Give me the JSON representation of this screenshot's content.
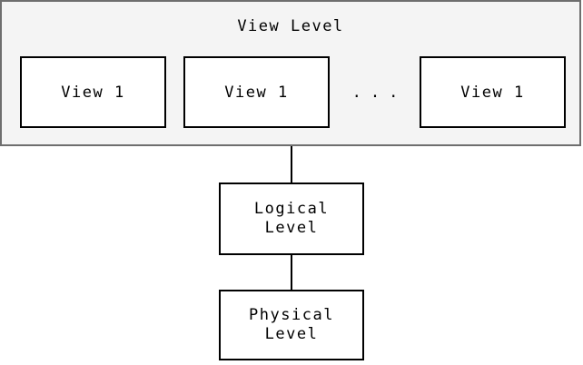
{
  "diagram": {
    "view_level": {
      "title": "View Level",
      "boxes": [
        {
          "label": "View 1"
        },
        {
          "label": "View 1"
        },
        {
          "label": "View 1"
        }
      ],
      "ellipsis": "..."
    },
    "logical_level": {
      "line1": "Logical",
      "line2": "Level"
    },
    "physical_level": {
      "line1": "Physical",
      "line2": "Level"
    },
    "colors": {
      "page_background": "#ffffff",
      "container_background": "#f4f4f4",
      "container_border": "#6e6e6e",
      "box_background": "#ffffff",
      "box_border": "#000000",
      "connector": "#000000",
      "text": "#000000"
    }
  }
}
